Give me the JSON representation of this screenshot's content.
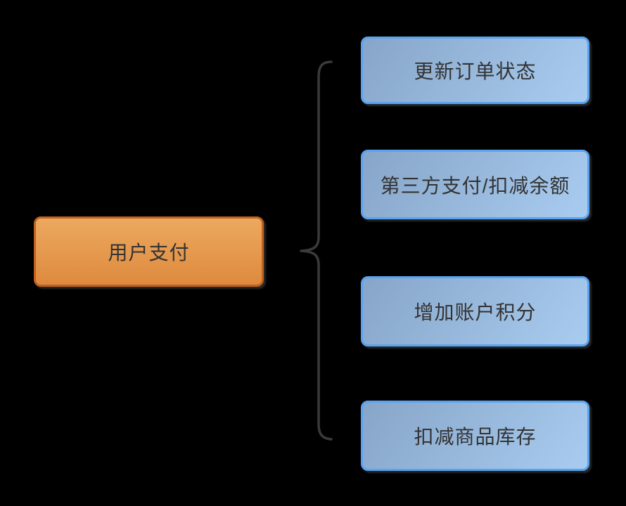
{
  "diagram": {
    "type": "mindmap-brace",
    "background_color": "#000000",
    "root": {
      "label": "用户支付",
      "fill_top": "#ECA95F",
      "fill_bottom": "#DE8A3E",
      "border_color": "#C0611E",
      "text_color": "#333333"
    },
    "brace": {
      "shape": "left-curly-brace",
      "color": "#3A3A3A"
    },
    "children": [
      {
        "label": "更新订单状态"
      },
      {
        "label": "第三方支付/扣减余额"
      },
      {
        "label": "增加账户积分"
      },
      {
        "label": "扣减商品库存"
      }
    ],
    "child_style": {
      "fill_start": "#87A5C8",
      "fill_end": "#A8CCF0",
      "border_color": "#58A3F2",
      "text_color": "#333333"
    }
  }
}
